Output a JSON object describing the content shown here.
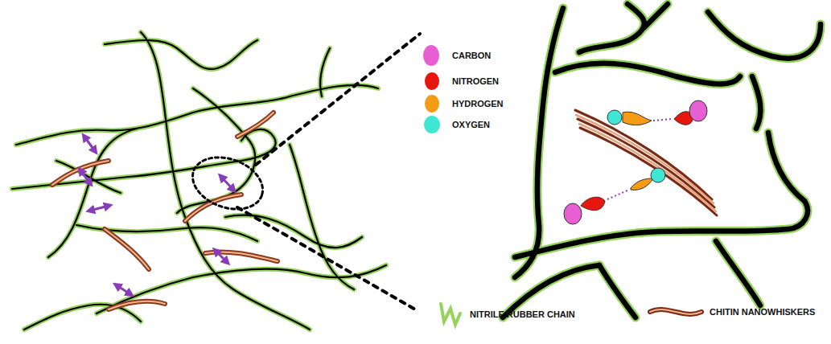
{
  "diagram": {
    "legend": [
      {
        "text": "CARBON",
        "color": "#e85fd3"
      },
      {
        "text": "NITROGEN",
        "color": "#e8170d"
      },
      {
        "text": "HYDROGEN",
        "color": "#f59b14"
      },
      {
        "text": "OXYGEN",
        "color": "#3ee6d4"
      },
      {
        "text": "NITRILE RUBBER CHAIN"
      },
      {
        "text": "CHITIN NANOWHISKERS"
      }
    ]
  }
}
